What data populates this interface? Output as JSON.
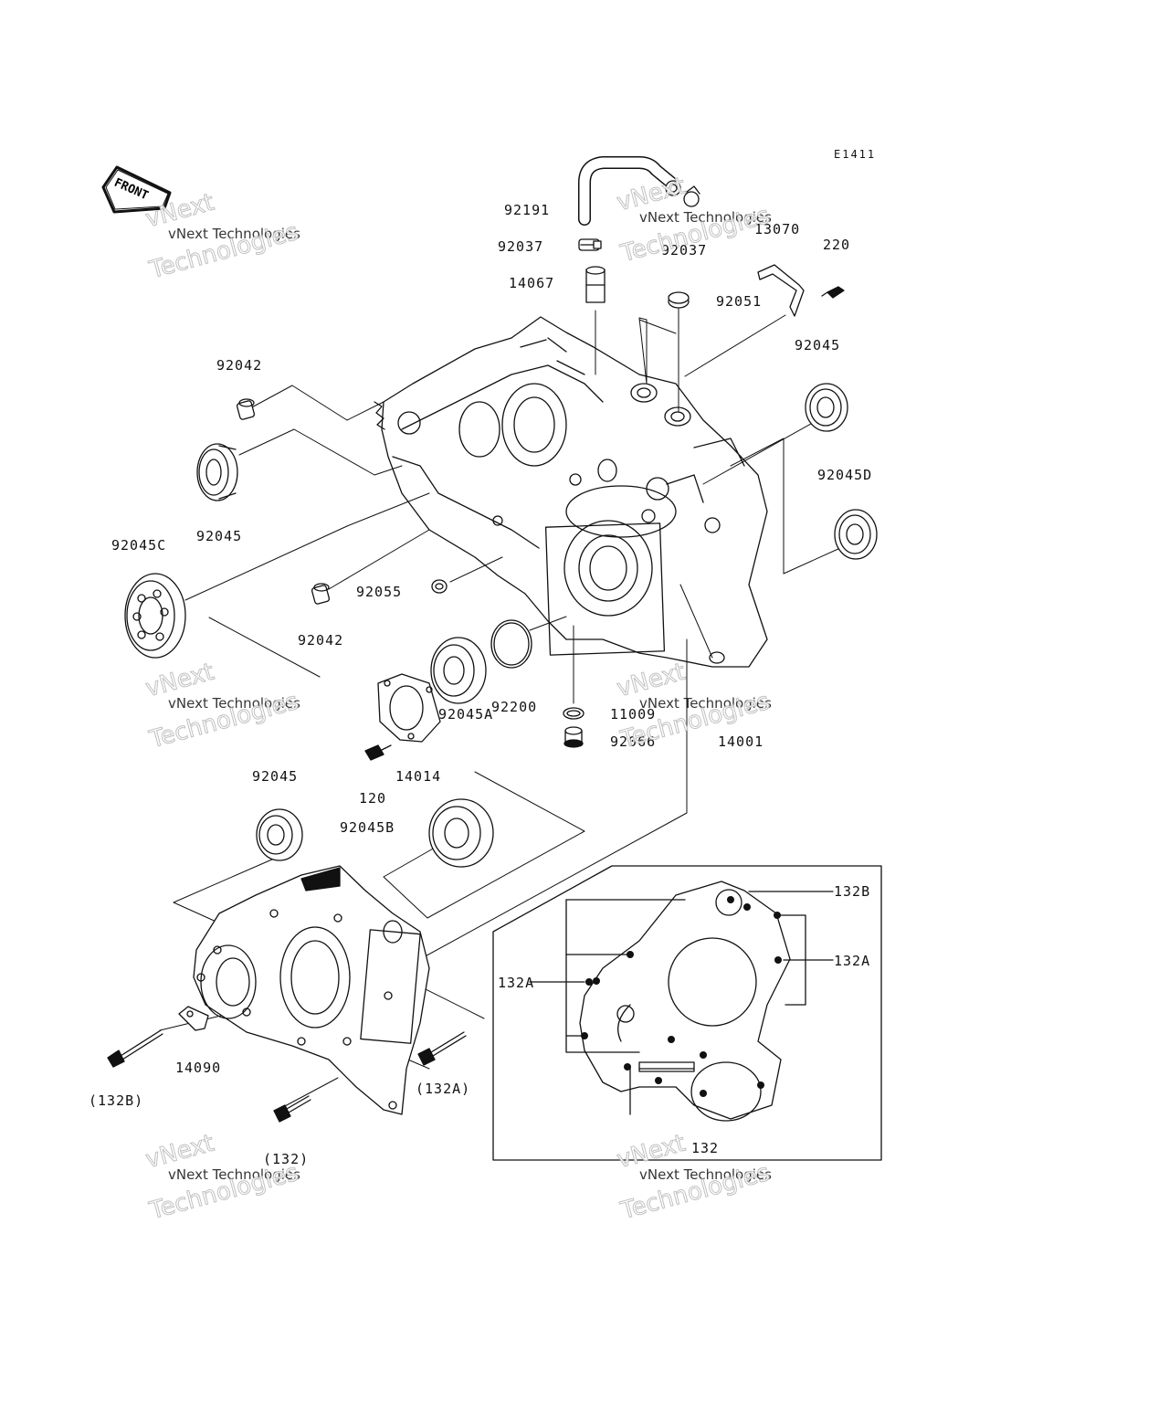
{
  "diagram_code": "E1411",
  "front_label": "FRONT",
  "watermark": {
    "line1": "vNext Technologies",
    "big1": "vNext",
    "big2": "Technologies"
  },
  "parts": {
    "p92191": "92191",
    "p92037_left": "92037",
    "p92037_right": "92037",
    "p13070": "13070",
    "p220": "220",
    "p14067": "14067",
    "p92051": "92051",
    "p92042_top": "92042",
    "p92045_right": "92045",
    "p92045D": "92045D",
    "p92045_left": "92045",
    "p92045C": "92045C",
    "p92055": "92055",
    "p92042_mid": "92042",
    "p92200": "92200",
    "p11009": "11009",
    "p92066": "92066",
    "p14001": "14001",
    "p92045A": "92045A",
    "p14014": "14014",
    "p120": "120",
    "p92045_lower": "92045",
    "p92045B": "92045B",
    "p14090": "14090",
    "p132B_bolt": "(132B)",
    "p132A_bolt": "(132A)",
    "p132_bolt": "(132)",
    "p132B_inset": "132B",
    "p132A_inset_right": "132A",
    "p132A_inset_left": "132A",
    "p132_inset": "132"
  }
}
